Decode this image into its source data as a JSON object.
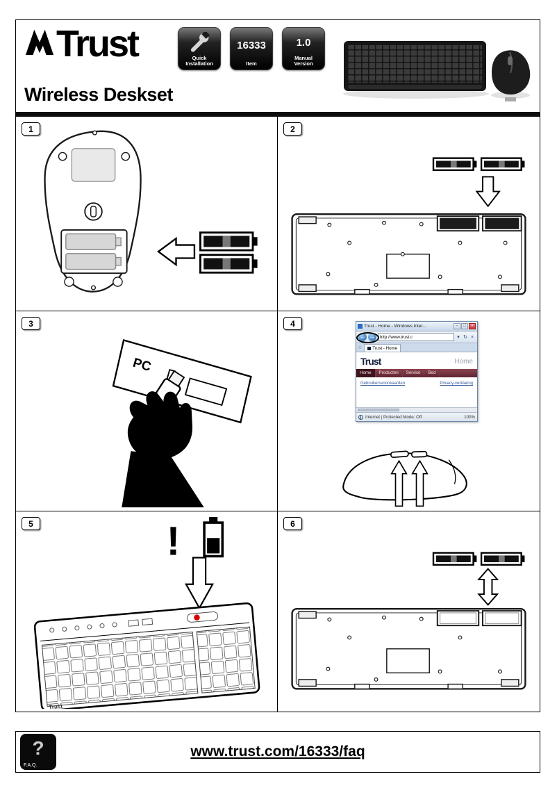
{
  "header": {
    "brand": "Trust",
    "title": "Wireless Deskset",
    "badges": {
      "quick_install": {
        "line1": "Quick",
        "line2": "Installation"
      },
      "item": {
        "value": "16333",
        "label": "Item"
      },
      "version": {
        "value": "1.0",
        "label_line1": "Manual",
        "label_line2": "Version"
      }
    }
  },
  "icons": {
    "back": "←",
    "forward": "→",
    "minimize": "–",
    "maximize": "□",
    "close": "×",
    "dropdown": "▾",
    "refresh": "↻",
    "stop": "×",
    "star": "☆"
  },
  "panels": {
    "p1": {
      "number": "1"
    },
    "p2": {
      "number": "2"
    },
    "p3": {
      "number": "3",
      "pc_label": "PC"
    },
    "p4": {
      "number": "4",
      "browser": {
        "window_title": "Trust - Home - Windows Inter...",
        "address": "http://www.trust.c",
        "tab_title": "Trust - Home",
        "logo": "Trust",
        "page_heading": "Home",
        "nav": [
          "Home",
          "Producten",
          "Service",
          "Bed"
        ],
        "links": [
          "Gebruikersvoorwaarden",
          "Privacy-verklaring"
        ],
        "status_left": "Internet | Protected Mode: Off",
        "zoom": "100%"
      }
    },
    "p5": {
      "number": "5",
      "warning": "!"
    },
    "p6": {
      "number": "6"
    }
  },
  "footer": {
    "faq_mark": "?",
    "faq_label": "F.A.Q.",
    "link": "www.trust.com/16333/faq"
  }
}
